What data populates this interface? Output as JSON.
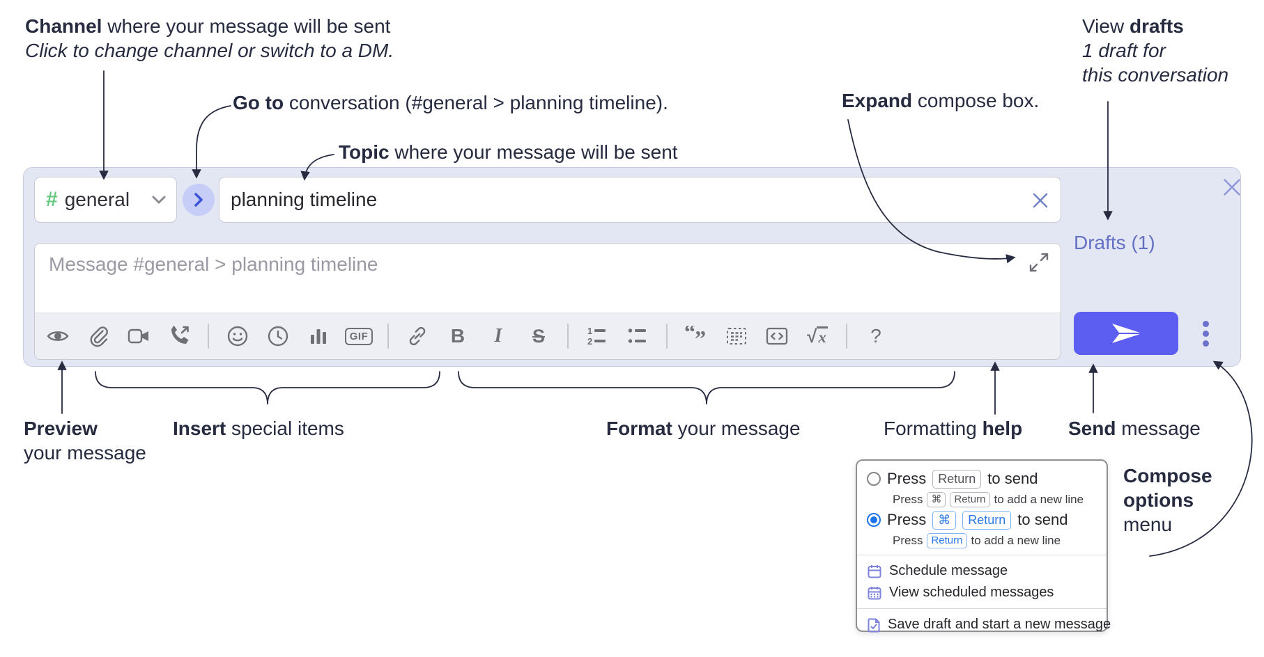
{
  "colors": {
    "compose_bg": "#e3e6f3",
    "send_button": "#5b5ef0",
    "drafts_link": "#6470c4",
    "toolbar_icon_gray": "#6f7076",
    "annotation_text": "#262b40",
    "hash_green": "#66c87e",
    "goto_chevron_blue": "#3c55d6",
    "kbd_blue": "#2979e8",
    "menu_icon_purple": "#7d82dd"
  },
  "annotations": {
    "channel": {
      "bold": "Channel",
      "rest": " where your message will be sent",
      "line2": "Click to change channel or switch to a DM."
    },
    "goto": {
      "bold": "Go to",
      "rest": " conversation (#general > planning timeline)."
    },
    "topic": {
      "bold": "Topic",
      "rest": " where your message will be sent"
    },
    "expand": {
      "bold": "Expand",
      "rest": " compose box."
    },
    "view_drafts": {
      "line1_regular": "View ",
      "line1_bold": "drafts",
      "line2": "1 draft for",
      "line3": "this conversation"
    },
    "preview": {
      "bold": "Preview",
      "line2": "your message"
    },
    "insert": {
      "bold": "Insert",
      "rest": " special items"
    },
    "format": {
      "bold": "Format",
      "rest": " your message"
    },
    "formatting_help": {
      "regular": "Formatting ",
      "bold": "help"
    },
    "send": {
      "bold": "Send",
      "rest": " message"
    },
    "compose_options": {
      "line1": "Compose",
      "line2": "options",
      "line3": "menu"
    }
  },
  "compose_box": {
    "channel_selector": {
      "hash": "#",
      "name": "general"
    },
    "topic_input": {
      "value": "planning timeline"
    },
    "message_input": {
      "placeholder": "Message #general > planning timeline"
    },
    "drafts_link": "Drafts (1)",
    "toolbar": [
      {
        "name": "preview-eye-icon"
      },
      {
        "name": "attach-file-icon"
      },
      {
        "name": "video-call-icon"
      },
      {
        "name": "audio-call-icon"
      },
      {
        "divider": true
      },
      {
        "name": "emoji-icon"
      },
      {
        "name": "time-icon"
      },
      {
        "name": "poll-icon"
      },
      {
        "name": "gif-icon"
      },
      {
        "divider": true
      },
      {
        "name": "link-icon"
      },
      {
        "name": "bold-icon"
      },
      {
        "name": "italic-icon"
      },
      {
        "name": "strikethrough-icon"
      },
      {
        "divider": true
      },
      {
        "name": "numbered-list-icon"
      },
      {
        "name": "bulleted-list-icon"
      },
      {
        "divider": true
      },
      {
        "name": "quote-icon"
      },
      {
        "name": "spoiler-icon"
      },
      {
        "name": "code-icon"
      },
      {
        "name": "math-icon"
      },
      {
        "divider": true
      },
      {
        "name": "help-icon"
      }
    ]
  },
  "options_menu": {
    "rows": [
      {
        "type": "radio",
        "name": "menu-radio-return-to-send",
        "selected": false,
        "kbd_style": "gray",
        "segments": [
          {
            "text": "Press "
          },
          {
            "kbd": "Return"
          },
          {
            "text": " to send"
          }
        ]
      },
      {
        "type": "sub",
        "name": "menu-subtext-cmd-return-newline",
        "kbd_style": "gray",
        "segments": [
          {
            "text": "Press "
          },
          {
            "kbd": "⌘"
          },
          {
            "kbd": "Return"
          },
          {
            "text": " to add a new line"
          }
        ]
      },
      {
        "type": "radio",
        "name": "menu-radio-cmd-return-to-send",
        "selected": true,
        "kbd_style": "blue",
        "segments": [
          {
            "text": "Press "
          },
          {
            "kbd": "⌘"
          },
          {
            "kbd": "Return"
          },
          {
            "text": " to send"
          }
        ]
      },
      {
        "type": "sub",
        "name": "menu-subtext-return-newline",
        "kbd_style": "blue",
        "segments": [
          {
            "text": "Press "
          },
          {
            "kbd": "Return"
          },
          {
            "text": " to add a new line"
          }
        ]
      },
      {
        "type": "divider"
      },
      {
        "type": "item",
        "name": "menu-item-schedule-message",
        "icon": "calendar-icon",
        "label": "Schedule message"
      },
      {
        "type": "item",
        "name": "menu-item-view-scheduled-messages",
        "icon": "calendar-grid-icon",
        "label": "View scheduled messages"
      },
      {
        "type": "divider"
      },
      {
        "type": "item",
        "name": "menu-item-save-draft",
        "icon": "draft-check-icon",
        "label": "Save draft and start a new message"
      }
    ]
  }
}
